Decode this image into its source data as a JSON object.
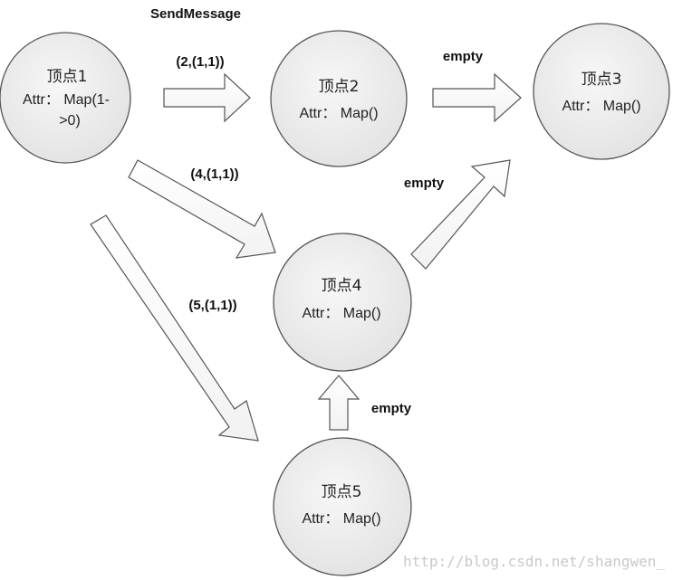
{
  "caption": "SendMessage",
  "nodes": [
    {
      "title": "顶点1",
      "attr_line1": "Attr：  Map(1-",
      "attr_line2": ">0)"
    },
    {
      "title": "顶点2",
      "attr_line1": "Attr：  Map()"
    },
    {
      "title": "顶点3",
      "attr_line1": "Attr：  Map()"
    },
    {
      "title": "顶点4",
      "attr_line1": "Attr：  Map()"
    },
    {
      "title": "顶点5",
      "attr_line1": "Attr：  Map()"
    }
  ],
  "edges": [
    {
      "label": "(2,(1,1))"
    },
    {
      "label": "empty"
    },
    {
      "label": "(4,(1,1))"
    },
    {
      "label": "empty"
    },
    {
      "label": "(5,(1,1))"
    },
    {
      "label": "empty"
    }
  ],
  "watermark": "http://blog.csdn.net/shangwen_",
  "colors": {
    "node_fill": "#eeeeee",
    "stroke": "#555555",
    "arrow_fill": "#ffffff"
  }
}
